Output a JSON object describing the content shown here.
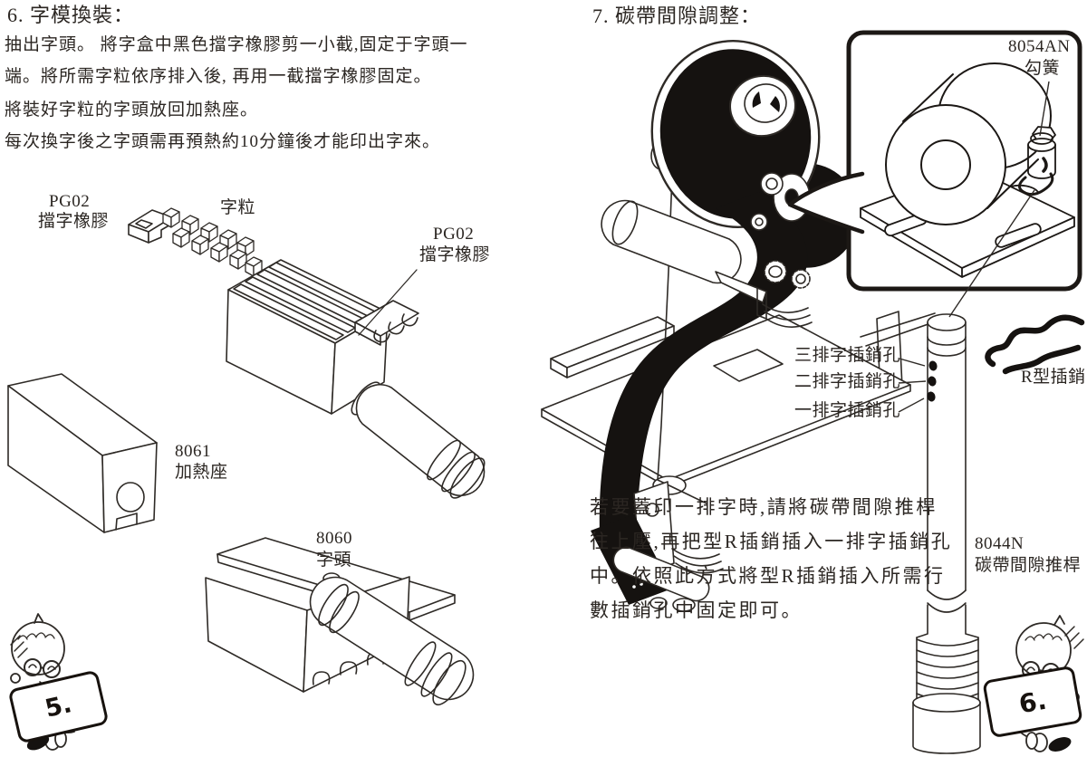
{
  "section6": {
    "heading": "6. 字模換裝：",
    "body_lines": [
      "抽出字頭。 將字盒中黑色擋字橡膠剪一小截,固定于字頭一",
      "端。將所需字粒依序排入後, 再用一截擋字橡膠固定。",
      "將裝好字粒的字頭放回加熱座。",
      "每次換字後之字頭需再預熱約10分鐘後才能印出字來。"
    ],
    "labels": {
      "rubber_left_code": "PG02",
      "rubber_left_name": "擋字橡膠",
      "type_pieces": "字粒",
      "rubber_right_code": "PG02",
      "rubber_right_name": "擋字橡膠",
      "heater_code": "8061",
      "heater_name": "加熱座",
      "head_code": "8060",
      "head_name": "字頭"
    },
    "page_marker": "5."
  },
  "section7": {
    "heading": "7. 碳帶間隙調整：",
    "labels": {
      "hook_spring_code": "8054AN",
      "hook_spring_name": "勾簧",
      "pin_hole_row3": "三排字插銷孔",
      "pin_hole_row2": "二排字插銷孔",
      "pin_hole_row1": "一排字插銷孔",
      "r_pin": "R型插銷",
      "rod_code": "8044N",
      "rod_name": "碳帶間隙推桿"
    },
    "body_lines": [
      "若要蓋印一排字時,請將碳帶間隙推桿",
      "往上壓,再把型R插銷插入一排字插銷孔",
      "中。依照此方式將型R插銷插入所需行",
      "數插銷孔中固定即可。"
    ],
    "page_marker": "6."
  },
  "ink_color": "#2e2a26"
}
